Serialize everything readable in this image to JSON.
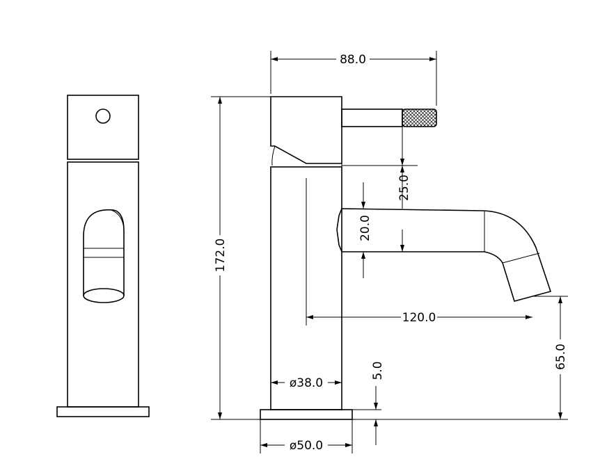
{
  "drawing": {
    "dimensions": {
      "top_width": "88.0",
      "total_height": "172.0",
      "handle_gap": "25.0",
      "spout_diameter": "20.0",
      "spout_reach": "120.0",
      "outlet_height": "65.0",
      "body_diameter": "ø38.0",
      "base_thickness": "5.0",
      "base_diameter": "ø50.0"
    }
  }
}
